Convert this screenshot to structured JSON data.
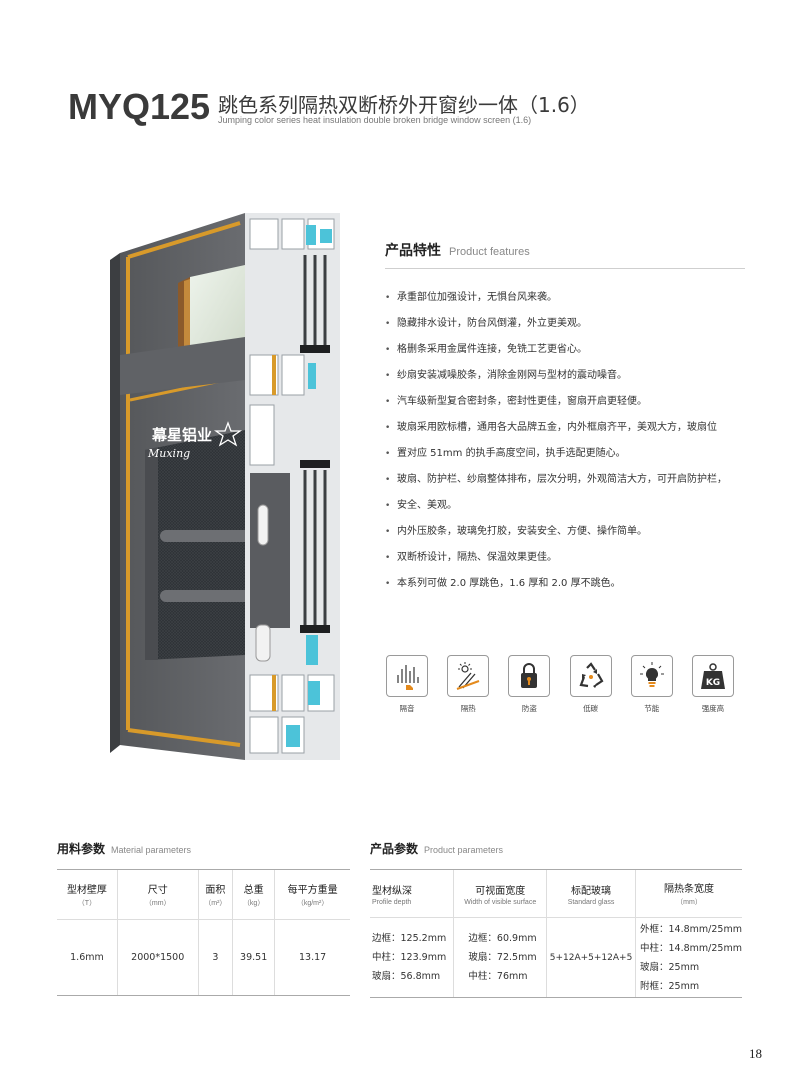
{
  "title": {
    "model": "MYQ125",
    "cn": "跳色系列隔热双断桥外开窗纱一体（1.6）",
    "en": "Jumping color series heat insulation double broken bridge window screen (1.6)"
  },
  "brand": {
    "cn": "幕星铝业",
    "script": "Muxing"
  },
  "features": {
    "heading_cn": "产品特性",
    "heading_en": "Product features",
    "items": [
      "承重部位加强设计，无惧台风来袭。",
      "隐藏排水设计，防台风倒灌，外立更美观。",
      "格删条采用金属件连接，免铣工艺更省心。",
      "纱扇安装减噪胶条，消除金刚网与型材的震动噪音。",
      "汽车级新型复合密封条，密封性更佳，窗扇开启更轻便。",
      "玻扇采用欧标槽，通用各大品牌五金，内外框扇齐平，美观大方，玻扇位",
      "置对应 51mm 的执手高度空间，执手选配更随心。",
      "玻扇、防护栏、纱扇整体排布，层次分明，外观简洁大方，可开启防护栏，",
      "安全、美观。",
      "内外压胶条，玻璃免打胶，安装安全、方便、操作简单。",
      "双断桥设计，隔热、保温效果更佳。",
      "本系列可做 2.0 厚跳色，1.6 厚和 2.0 厚不跳色。"
    ]
  },
  "icons": [
    {
      "name": "sound-insulation-icon",
      "label": "隔音"
    },
    {
      "name": "heat-insulation-icon",
      "label": "隔热"
    },
    {
      "name": "anti-theft-lock-icon",
      "label": "防盗"
    },
    {
      "name": "recycle-icon",
      "label": "低碳"
    },
    {
      "name": "lightbulb-icon",
      "label": "节能"
    },
    {
      "name": "kg-weight-icon",
      "label": "强度高",
      "glyph": "KG"
    }
  ],
  "material_params": {
    "heading_cn": "用料参数",
    "heading_en": "Material parameters",
    "headers": [
      {
        "cn": "型材壁厚",
        "sub": "（T）"
      },
      {
        "cn": "尺寸",
        "sub": "（mm）"
      },
      {
        "cn": "面积",
        "sub": "（m²）"
      },
      {
        "cn": "总重",
        "sub": "（kg）"
      },
      {
        "cn": "每平方重量",
        "sub": "（kg/m²）"
      }
    ],
    "row": [
      "1.6mm",
      "2000*1500",
      "3",
      "39.51",
      "13.17"
    ]
  },
  "product_params": {
    "heading_cn": "产品参数",
    "heading_en": "Product parameters",
    "headers": [
      {
        "cn": "型材纵深",
        "sub": "Profile depth"
      },
      {
        "cn": "可视面宽度",
        "sub": "Width of visible surface"
      },
      {
        "cn": "标配玻璃",
        "sub": "Standard glass"
      },
      {
        "cn": "隔热条宽度",
        "sub": "（mm）"
      }
    ],
    "profile_depth": [
      "边框：125.2mm",
      "中柱：123.9mm",
      "玻扇：56.8mm"
    ],
    "visible_width": [
      "边框：60.9mm",
      "玻扇：72.5mm",
      "中柱：76mm"
    ],
    "standard_glass": "5+12A+5+12A+5",
    "strip_width": [
      "外框：14.8mm/25mm",
      "中柱：14.8mm/25mm",
      "玻扇：25mm",
      "附框：25mm"
    ]
  },
  "page_number": "18",
  "colors": {
    "frame_gray": "#5d5f62",
    "frame_gray_dark": "#47494c",
    "gold_strip": "#d89a2a",
    "glass_blue": "#6fc8dc",
    "cyan_profile": "#4cc3d9",
    "screen_mesh": "#2e3135"
  }
}
